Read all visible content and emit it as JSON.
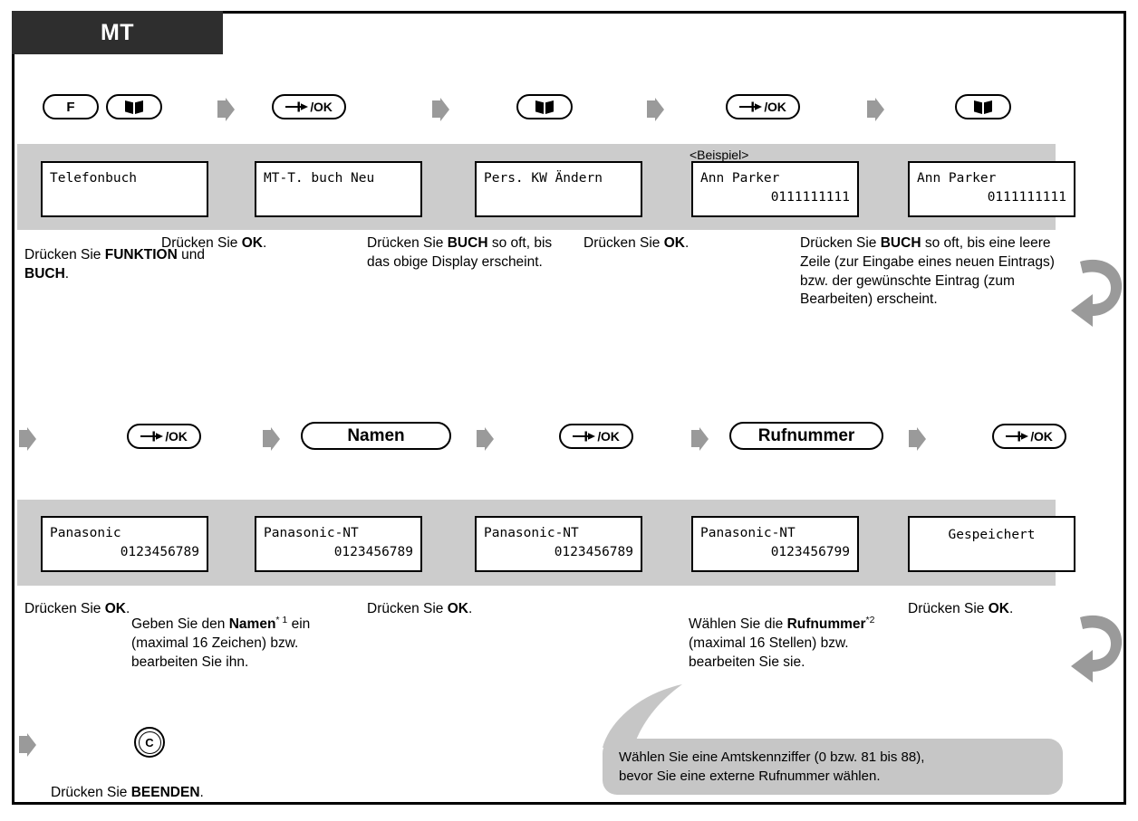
{
  "header": {
    "tab_label": "MT"
  },
  "icons": {
    "book": "book-icon",
    "arrow_ok": "arrow-ok-icon",
    "chevron": "chevron-right-icon",
    "wrap": "wrap-arrow-icon"
  },
  "keys": {
    "f": "F",
    "ok": "/OK",
    "namen": "Namen",
    "rufnummer": "Rufnummer",
    "c": "C"
  },
  "row1": {
    "example_label": "<Beispiel>",
    "displays": [
      {
        "line1": "Telefonbuch",
        "line2": ""
      },
      {
        "line1": "MT-T. buch Neu",
        "line2": ""
      },
      {
        "line1": "Pers. KW Ändern",
        "line2": ""
      },
      {
        "line1": "Ann Parker",
        "line2": "0111111111"
      },
      {
        "line1": "Ann Parker",
        "line2": "0111111111"
      }
    ],
    "captions": [
      {
        "t1": "Drücken Sie ",
        "b1": "FUNKTION",
        "t2": " und ",
        "b2": "BUCH",
        "t3": "."
      },
      {
        "t1": "Drücken Sie ",
        "b1": "OK",
        "t2": ".",
        "b2": "",
        "t3": ""
      },
      {
        "t1": "Drücken Sie ",
        "b1": "BUCH",
        "t2": " so oft,  bis das obige Display erscheint.",
        "b2": "",
        "t3": ""
      },
      {
        "t1": "Drücken Sie ",
        "b1": "OK",
        "t2": ".",
        "b2": "",
        "t3": ""
      },
      {
        "t1": "Drücken Sie ",
        "b1": "BUCH",
        "t2": " so oft, bis eine leere Zeile (zur Eingabe eines neuen Eintrags) bzw. der gewünschte Eintrag (zum Bearbeiten) erscheint.",
        "b2": "",
        "t3": ""
      }
    ]
  },
  "row2": {
    "displays": [
      {
        "line1": "Panasonic",
        "line2": "0123456789"
      },
      {
        "line1": "Panasonic-NT",
        "line2": "0123456789"
      },
      {
        "line1": "Panasonic-NT",
        "line2": "0123456789"
      },
      {
        "line1": "Panasonic-NT",
        "line2": "0123456799"
      },
      {
        "line1": "Gespeichert",
        "line2": ""
      }
    ],
    "captions": [
      {
        "t1": "Drücken Sie ",
        "b1": "OK",
        "t2": "."
      },
      {
        "t1": "Geben Sie den ",
        "b1": "Namen",
        "sup": "* 1",
        "t2": " ein (maximal 16 Zeichen) bzw. bearbeiten Sie ihn."
      },
      {
        "t1": "Drücken Sie ",
        "b1": "OK",
        "t2": "."
      },
      {
        "t1": "Wählen Sie die ",
        "b1": "Rufnummer",
        "sup": "*2",
        "t2": " (maximal 16 Stellen) bzw. bearbeiten Sie sie."
      },
      {
        "t1": "Drücken Sie ",
        "b1": "OK",
        "t2": "."
      }
    ]
  },
  "row3": {
    "caption": {
      "t1": "Drücken Sie ",
      "b1": "BEENDEN",
      "t2": "."
    }
  },
  "callout": {
    "line1": "Wählen Sie eine Amtskennziffer (0 bzw. 81 bis 88),",
    "line2": "bevor Sie eine externe Rufnummer wählen."
  },
  "colors": {
    "tab_bg": "#2e2e2e",
    "strip_bg": "#cccccc",
    "callout_bg": "#c6c6c6",
    "arrow_grey": "#9a9a9a"
  }
}
